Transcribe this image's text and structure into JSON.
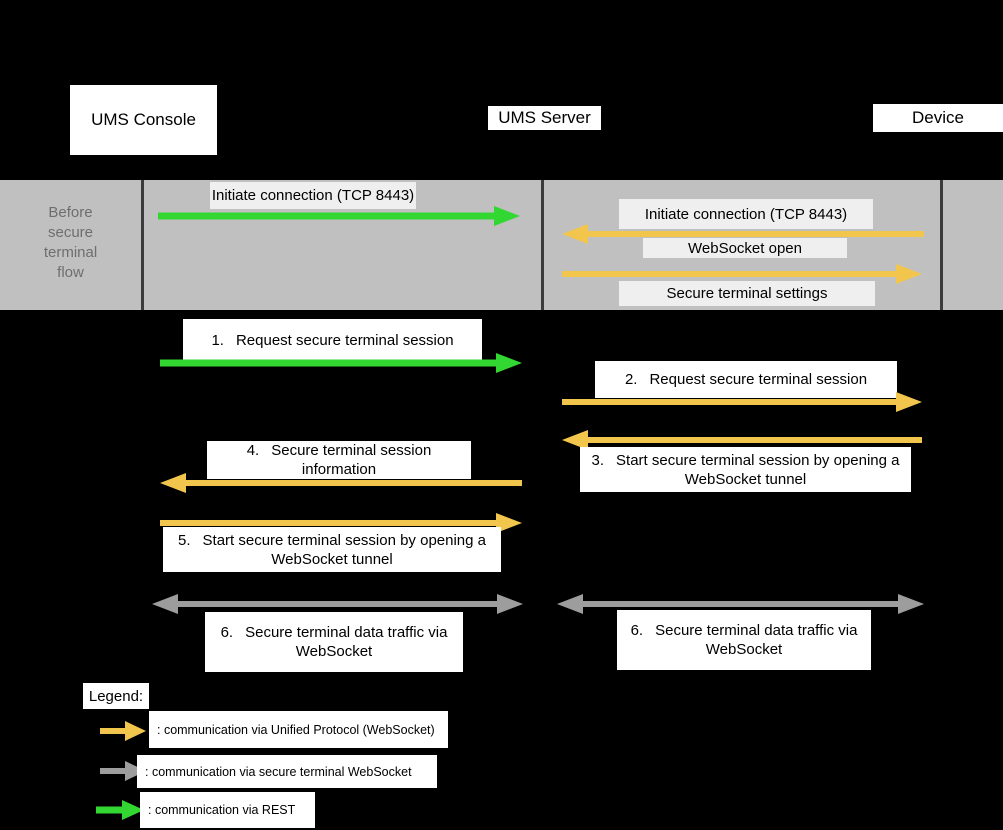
{
  "colors": {
    "background": "#000000",
    "band": "#c0c0c0",
    "band_divider": "#3c3c3c",
    "band_text": "#6e6e6e",
    "band_label_bg": "#efefef",
    "box_bg": "#ffffff",
    "rest": "#32d732",
    "unified": "#f2c64d",
    "secure_terminal": "#9d9d9d"
  },
  "actors": {
    "console": "UMS Console",
    "server": "UMS Server",
    "device": "Device"
  },
  "pre_flow": {
    "label": "Before secure terminal flow",
    "left_lane": {
      "message": "Initiate connection (TCP 8443)",
      "from": "UMS Console",
      "to": "UMS Server",
      "protocol": "REST",
      "arrow": "right"
    },
    "right_lane": {
      "rows": [
        {
          "type": "label",
          "text": "Initiate connection (TCP 8443)"
        },
        {
          "type": "arrow",
          "direction": "left",
          "protocol": "Unified Protocol (WebSocket)"
        },
        {
          "type": "label",
          "text": "WebSocket open"
        },
        {
          "type": "arrow",
          "direction": "right",
          "protocol": "Unified Protocol (WebSocket)"
        },
        {
          "type": "label",
          "text": "Secure terminal settings"
        }
      ]
    }
  },
  "steps": [
    {
      "num": "1.",
      "text": "Request secure terminal session",
      "from": "UMS Console",
      "to": "UMS Server",
      "protocol": "REST",
      "arrow": "right"
    },
    {
      "num": "2.",
      "text": "Request secure terminal session",
      "from": "UMS Server",
      "to": "Device",
      "protocol": "Unified Protocol (WebSocket)",
      "arrow": "right"
    },
    {
      "num": "3.",
      "text": "Start secure terminal session by opening a WebSocket tunnel",
      "from": "Device",
      "to": "UMS Server",
      "protocol": "Unified Protocol (WebSocket)",
      "arrow": "left"
    },
    {
      "num": "4.",
      "text": "Secure terminal session information",
      "from": "UMS Server",
      "to": "UMS Console",
      "protocol": "Unified Protocol (WebSocket)",
      "arrow": "left"
    },
    {
      "num": "5.",
      "text": "Start secure terminal session by opening a WebSocket tunnel",
      "from": "UMS Console",
      "to": "UMS Server",
      "protocol": "Unified Protocol (WebSocket)",
      "arrow": "right"
    },
    {
      "num": "6.",
      "text": "Secure terminal data traffic via WebSocket",
      "from": "UMS Console",
      "to": "UMS Server",
      "protocol": "secure terminal WebSocket",
      "arrow": "both"
    },
    {
      "num": "6.",
      "text": "Secure terminal data traffic via WebSocket",
      "from": "UMS Server",
      "to": "Device",
      "protocol": "secure terminal WebSocket",
      "arrow": "both"
    }
  ],
  "legend": {
    "title": "Legend:",
    "items": [
      {
        "label": ": communication via Unified Protocol (WebSocket)",
        "arrow_color": "#f2c64d"
      },
      {
        "label": ": communication via secure terminal WebSocket",
        "arrow_color": "#9d9d9d"
      },
      {
        "label": ": communication via REST",
        "arrow_color": "#32d732"
      }
    ]
  }
}
